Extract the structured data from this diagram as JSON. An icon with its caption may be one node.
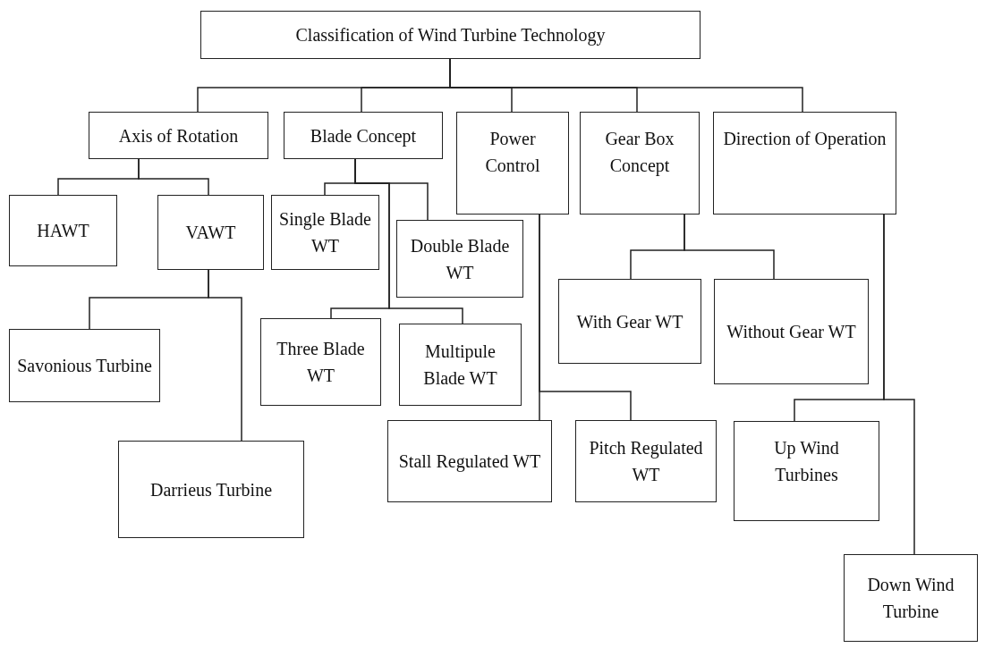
{
  "diagram": {
    "nodes": [
      {
        "text": [
          "Classification of Wind Turbine Technology"
        ]
      },
      {
        "text": [
          "Axis of Rotation"
        ]
      },
      {
        "text": [
          "Blade Concept"
        ]
      },
      {
        "text": [
          "Power Control"
        ]
      },
      {
        "text": [
          "Gear Box Concept"
        ]
      },
      {
        "text": [
          "Direction of Operation"
        ]
      },
      {
        "text": [
          "HAWT"
        ]
      },
      {
        "text": [
          "VAWT"
        ]
      },
      {
        "text": [
          "Savonious Turbine"
        ]
      },
      {
        "text": [
          "Darrieus Turbine"
        ]
      },
      {
        "text": [
          "Single Blade WT"
        ]
      },
      {
        "text": [
          "Double Blade WT"
        ]
      },
      {
        "text": [
          "Three Blade WT"
        ]
      },
      {
        "text": [
          "Multipule Blade WT"
        ]
      },
      {
        "text": [
          "With Gear WT"
        ]
      },
      {
        "text": [
          "Without Gear WT"
        ]
      },
      {
        "text": [
          "Stall Regulated WT"
        ]
      },
      {
        "text": [
          "Pitch Regulated WT"
        ]
      },
      {
        "text": [
          "Up Wind Turbines"
        ]
      },
      {
        "text": [
          "Down Wind Turbine"
        ]
      }
    ],
    "edges": [
      {
        "from": 0,
        "to": 1,
        "arrow": "none"
      },
      {
        "from": 0,
        "to": 2,
        "arrow": "none"
      },
      {
        "from": 0,
        "to": 3,
        "arrow": "none"
      },
      {
        "from": 0,
        "to": 4,
        "arrow": "none"
      },
      {
        "from": 0,
        "to": 5,
        "arrow": "none"
      },
      {
        "from": 1,
        "to": 6,
        "arrow": "none"
      },
      {
        "from": 1,
        "to": 7,
        "arrow": "none"
      },
      {
        "from": 7,
        "to": 8,
        "arrow": "none"
      },
      {
        "from": 7,
        "to": 9,
        "arrow": "none"
      },
      {
        "from": 2,
        "to": 10,
        "arrow": "none"
      },
      {
        "from": 2,
        "to": 11,
        "arrow": "none"
      },
      {
        "from": 2,
        "to": 12,
        "arrow": "none"
      },
      {
        "from": 2,
        "to": 13,
        "arrow": "none"
      },
      {
        "from": 4,
        "to": 14,
        "arrow": "none"
      },
      {
        "from": 4,
        "to": 15,
        "arrow": "none"
      },
      {
        "from": 3,
        "to": 16,
        "arrow": "none"
      },
      {
        "from": 3,
        "to": 17,
        "arrow": "none"
      },
      {
        "from": 5,
        "to": 18,
        "arrow": "none"
      },
      {
        "from": 5,
        "to": 19,
        "arrow": "none"
      }
    ]
  }
}
